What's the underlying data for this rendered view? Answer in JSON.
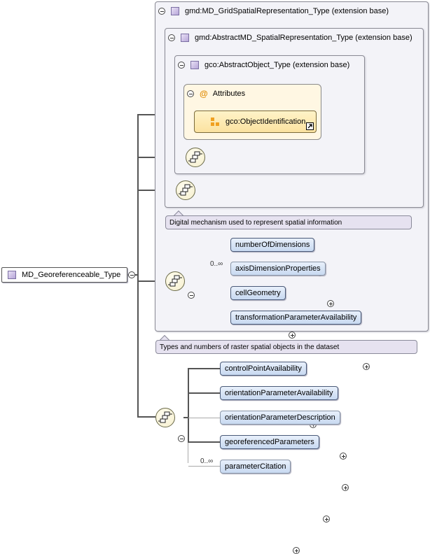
{
  "root": {
    "label": "MD_Georeferenceable_Type"
  },
  "ext1": {
    "label": "gmd:MD_GridSpatialRepresentation_Type (extension base)"
  },
  "ext2": {
    "label": "gmd:AbstractMD_SpatialRepresentation_Type (extension base)"
  },
  "ext3": {
    "label": "gco:AbstractObject_Type (extension base)"
  },
  "attributes": {
    "label": "Attributes",
    "symbol": "@",
    "item": "gco:ObjectIdentification"
  },
  "annotations": {
    "spatial": "Digital mechanism used to represent spatial information",
    "grid": "Types and numbers of raster spatial objects in the dataset"
  },
  "grid_elements": [
    {
      "label": "numberOfDimensions",
      "cardinality": ""
    },
    {
      "label": "axisDimensionProperties",
      "cardinality": "0..∞"
    },
    {
      "label": "cellGeometry",
      "cardinality": ""
    },
    {
      "label": "transformationParameterAvailability",
      "cardinality": ""
    }
  ],
  "geo_elements": [
    {
      "label": "controlPointAvailability",
      "cardinality": ""
    },
    {
      "label": "orientationParameterAvailability",
      "cardinality": ""
    },
    {
      "label": "orientationParameterDescription",
      "cardinality": ""
    },
    {
      "label": "georeferencedParameters",
      "cardinality": ""
    },
    {
      "label": "parameterCitation",
      "cardinality": "0..∞"
    }
  ]
}
